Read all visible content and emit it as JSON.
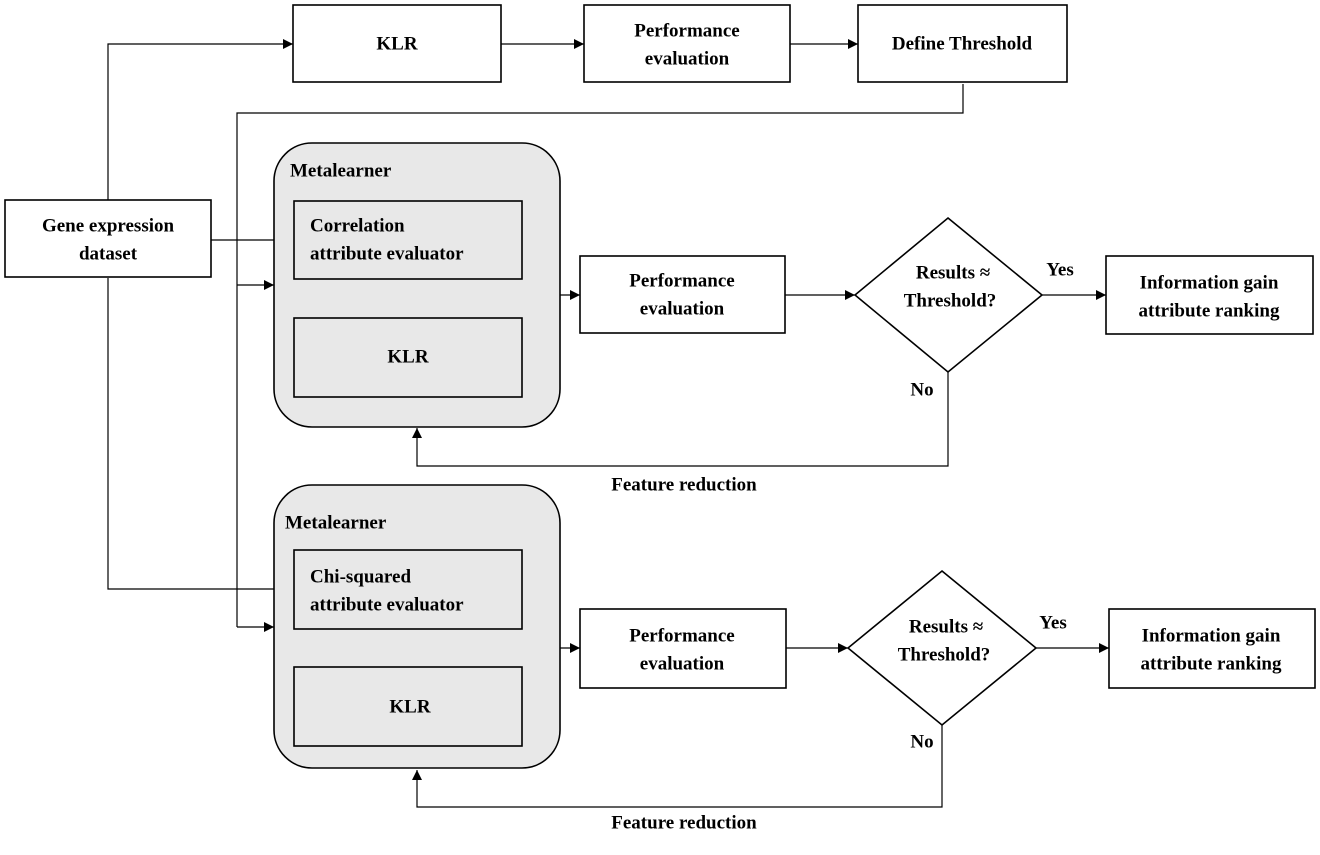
{
  "nodes": {
    "klr_top": "KLR",
    "perf_top": [
      "Performance",
      "evaluation"
    ],
    "define_threshold": "Define Threshold",
    "gene_dataset": [
      "Gene expression",
      "dataset"
    ],
    "metalearner_1": {
      "title": "Metalearner",
      "evaluator": [
        "Correlation",
        "attribute evaluator"
      ],
      "klr": "KLR"
    },
    "perf_1": [
      "Performance",
      "evaluation"
    ],
    "decision_1": [
      "Results ≈",
      "Threshold?"
    ],
    "info_gain_1": [
      "Information gain",
      "attribute ranking"
    ],
    "metalearner_2": {
      "title": "Metalearner",
      "evaluator": [
        "Chi-squared",
        "attribute evaluator"
      ],
      "klr": "KLR"
    },
    "perf_2": [
      "Performance",
      "evaluation"
    ],
    "decision_2": [
      "Results ≈",
      "Threshold?"
    ],
    "info_gain_2": [
      "Information gain",
      "attribute ranking"
    ]
  },
  "edge_labels": {
    "yes_1": "Yes",
    "no_1": "No",
    "feature_reduction_1": "Feature reduction",
    "yes_2": "Yes",
    "no_2": "No",
    "feature_reduction_2": "Feature reduction"
  }
}
